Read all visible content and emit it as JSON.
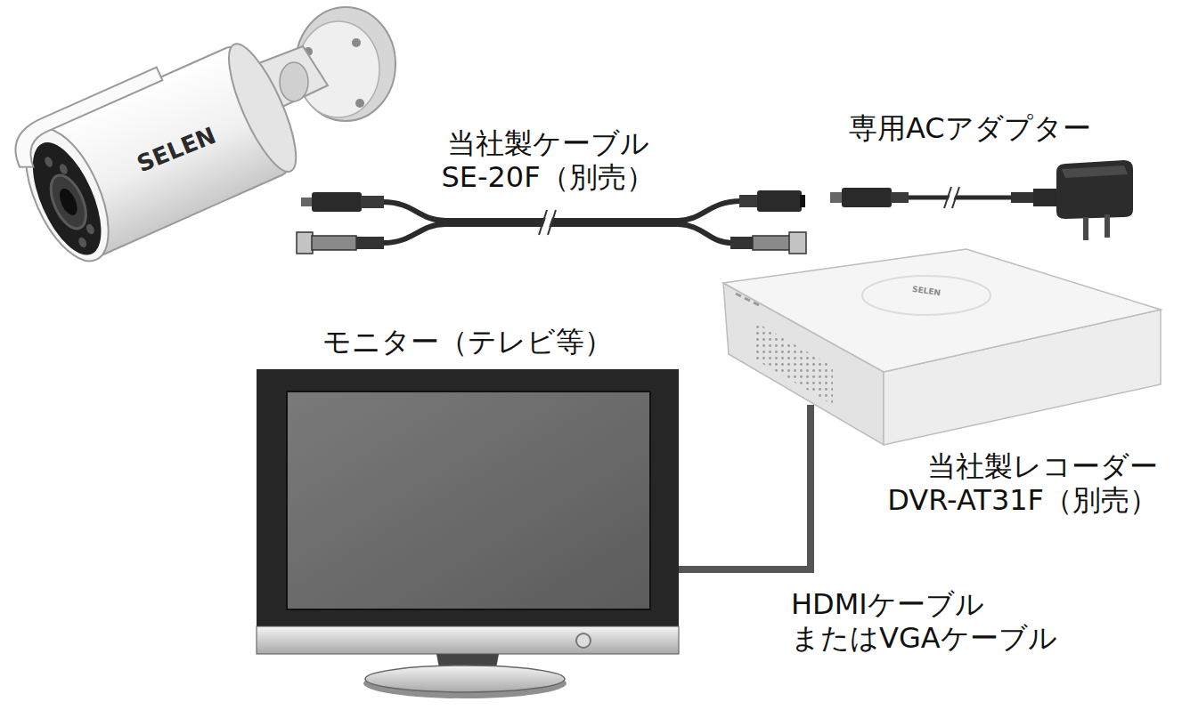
{
  "diagram": {
    "nodes": [
      {
        "text": [
          "SELEN"
        ]
      },
      {
        "text": [
          "当社製ケーブル SE-20F（別売）"
        ]
      },
      {
        "text": [
          "専用ACアダプター"
        ]
      },
      {
        "text": [
          "モニター（テレビ等）"
        ]
      },
      {
        "text": [
          "SELEN",
          "当社製レコーダー DVR-AT31F（別売）"
        ]
      }
    ],
    "edges": [
      {
        "from": 4,
        "to": 3,
        "arrow": "none",
        "label": "HDMIケーブル またはVGAケーブル"
      }
    ]
  }
}
